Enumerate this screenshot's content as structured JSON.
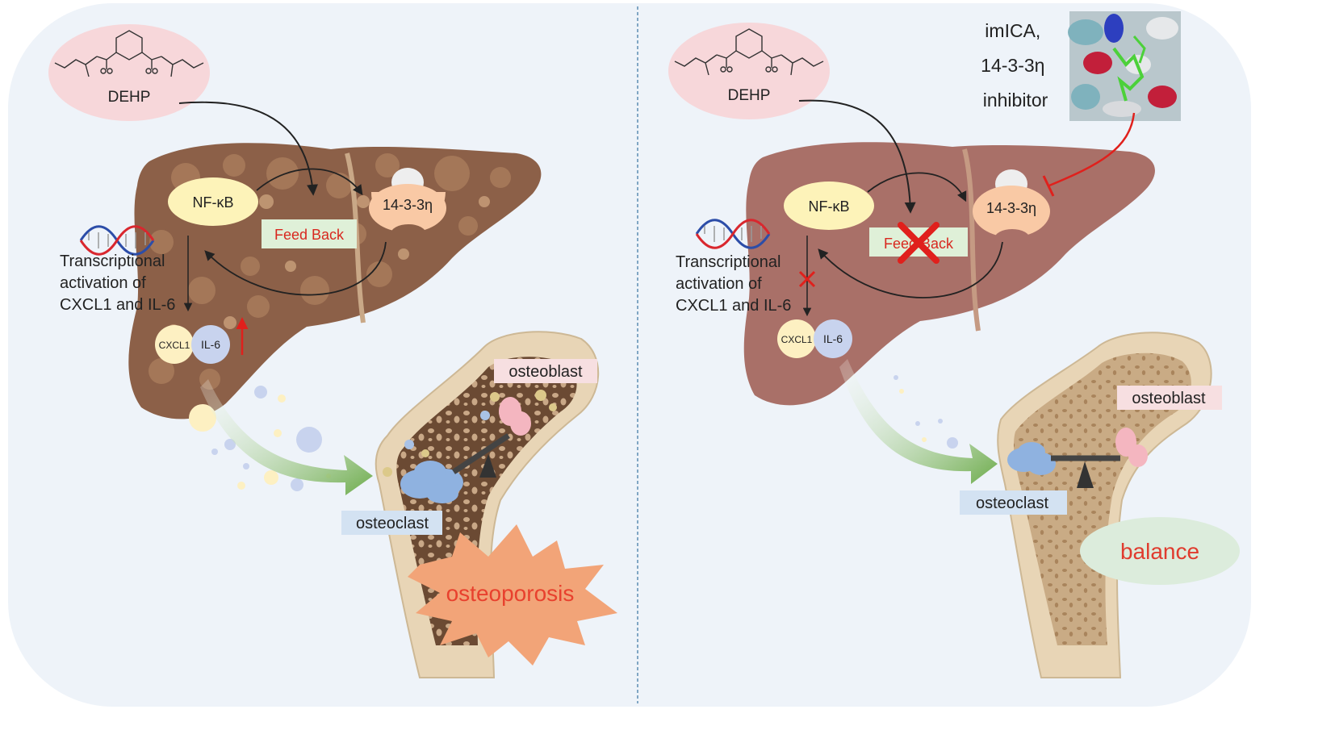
{
  "left": {
    "chemical_label": "DEHP",
    "nfkb_label": "NF-κB",
    "protein_label": "14-3-3η",
    "feedback_label": "Feed Back",
    "transcription_lines": [
      "Transcriptional",
      "activation of",
      "CXCL1 and IL-6"
    ],
    "cxcl1_label": "CXCL1",
    "il6_label": "IL-6",
    "osteoblast_label": "osteoblast",
    "osteoclast_label": "osteoclast",
    "outcome_label": "osteoporosis"
  },
  "right": {
    "chemical_label": "DEHP",
    "nfkb_label": "NF-κB",
    "protein_label": "14-3-3η",
    "feedback_label": "Feed Back",
    "transcription_lines": [
      "Transcriptional",
      "activation of",
      "CXCL1 and IL-6"
    ],
    "cxcl1_label": "CXCL1",
    "il6_label": "IL-6",
    "osteoblast_label": "osteoblast",
    "osteoclast_label": "osteoclast",
    "outcome_label": "balance",
    "inhibitor_lines": [
      "imICA,",
      "14-3-3η",
      "inhibitor"
    ]
  },
  "colors": {
    "panel_bg": "#eef3f9",
    "liver_diseased": "#8c6048",
    "liver_healthy": "#a97068",
    "dehp_bubble": "#f7d7da",
    "nfkb_bubble": "#fdf3b9",
    "protein_bubble": "#f9c9a5",
    "feedback_box": "#dff0d8",
    "feedback_text": "#d8281f",
    "osteoblast_tag": "#f7dfe1",
    "osteoclast_tag": "#d3e2f2",
    "osteoporosis_burst": "#f2a478",
    "osteoporosis_text": "#e8412e",
    "balance_bubble": "#dcecdc",
    "balance_text": "#e03b2e",
    "inhibit_red": "#e0201c",
    "divider": "#5b8db3"
  },
  "icons": [
    "dna-helix-icon",
    "chemical-structure-icon",
    "protein-structure-thumbnail",
    "red-x-icon",
    "up-arrow-icon",
    "inhibition-bar-icon"
  ]
}
